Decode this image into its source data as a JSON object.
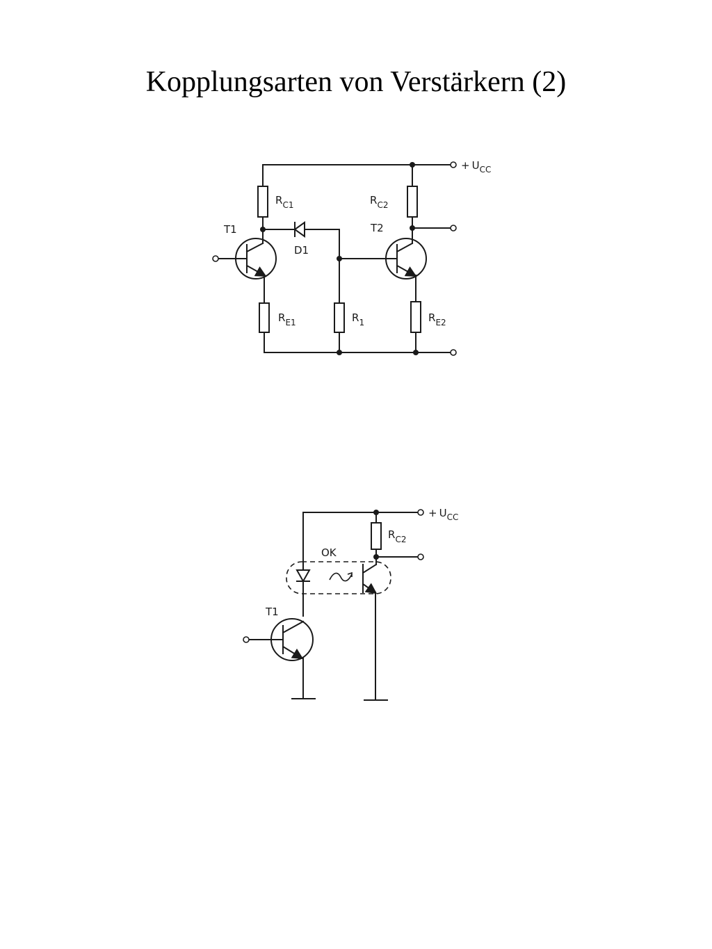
{
  "title": "Kopplungsarten von Verstärkern (2)",
  "circuit1": {
    "supply": {
      "sign": "+",
      "main": "U",
      "sub": "CC"
    },
    "rc1": {
      "main": "R",
      "sub": "C1"
    },
    "rc2": {
      "main": "R",
      "sub": "C2"
    },
    "re1": {
      "main": "R",
      "sub": "E1"
    },
    "re2": {
      "main": "R",
      "sub": "E2"
    },
    "r1": {
      "main": "R",
      "sub": "1"
    },
    "t1": "T1",
    "t2": "T2",
    "d1": "D1"
  },
  "circuit2": {
    "supply": {
      "sign": "+",
      "main": "U",
      "sub": "CC"
    },
    "rc2": {
      "main": "R",
      "sub": "C2"
    },
    "optocoupler": "OK",
    "t1": "T1"
  }
}
